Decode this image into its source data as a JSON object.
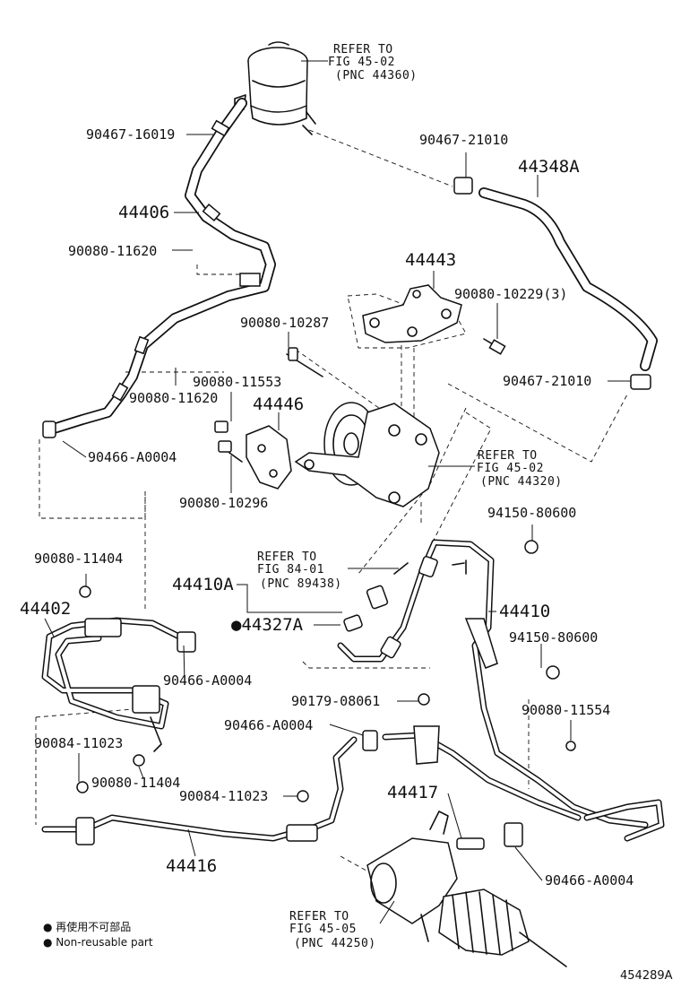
{
  "parts": {
    "p90467_16019": "90467-16019",
    "p90467_21010_top": "90467-21010",
    "p44348A": "44348A",
    "p44406": "44406",
    "p90080_11620_top": "90080-11620",
    "p44443": "44443",
    "p90080_10229": "90080-10229(3)",
    "p90080_10287": "90080-10287",
    "p90467_21010_mid": "90467-21010",
    "p90080_11553": "90080-11553",
    "p90080_11620_mid": "90080-11620",
    "p44446": "44446",
    "p90466_A0004_1": "90466-A0004",
    "p90080_10296": "90080-10296",
    "p94150_80600_1": "94150-80600",
    "p90080_11404_1": "90080-11404",
    "p44410A": "44410A",
    "p44402": "44402",
    "p44327A": "●44327A",
    "p44410": "44410",
    "p94150_80600_2": "94150-80600",
    "p90466_A0004_2": "90466-A0004",
    "p90179_08061": "90179-08061",
    "p90466_A0004_3": "90466-A0004",
    "p90080_11554": "90080-11554",
    "p90084_11023_1": "90084-11023",
    "p90080_11404_2": "90080-11404",
    "p44417": "44417",
    "p90084_11023_2": "90084-11023",
    "p44416": "44416",
    "p90466_A0004_4": "90466-A0004"
  },
  "refs": {
    "reservoir": {
      "line1": "REFER TO",
      "line2": "FIG 45-02",
      "line3": "(PNC 44360)"
    },
    "pump": {
      "line1": "REFER TO",
      "line2": "FIG 45-02",
      "line3": "(PNC 44320)"
    },
    "switch": {
      "line1": "REFER TO",
      "line2": "FIG 84-01",
      "line3": "(PNC 89438)"
    },
    "gear": {
      "line1": "REFER TO",
      "line2": "FIG 45-05",
      "line3": "(PNC 44250)"
    }
  },
  "legend": {
    "line1": "● 再使用不可部品",
    "line2": "● Non-reusable part"
  },
  "figure_number": "454289A"
}
